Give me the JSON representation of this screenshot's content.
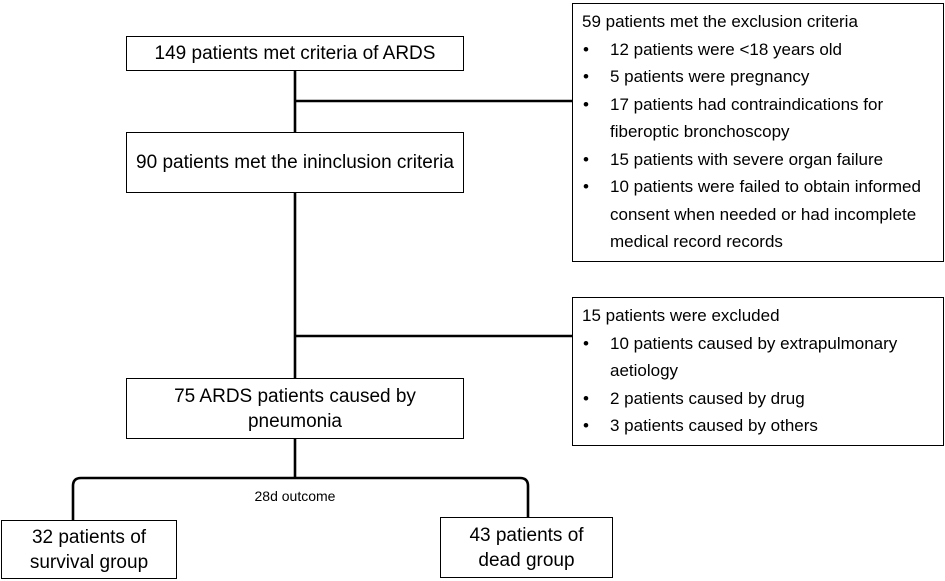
{
  "boxes": {
    "criteria": "149 patients met criteria of ARDS",
    "inclusion": "90 patients met the ininclusion criteria",
    "pneumonia": "75 ARDS patients caused by pneumonia",
    "survival": "32 patients of survival group",
    "dead": "43 patients of dead group"
  },
  "exclusion": {
    "title": "59 patients met the exclusion criteria",
    "items": [
      "12 patients were <18 years old",
      "5 patients were pregnancy",
      "17 patients had contraindications for fiberoptic bronchoscopy",
      "15 patients with severe organ failure",
      "10 patients were failed to obtain informed consent when needed or had incomplete medical record records"
    ]
  },
  "excluded": {
    "title": "15 patients were excluded",
    "items": [
      "10 patients caused by extrapulmonary aetiology",
      "2 patients caused by drug",
      "3 patients caused by others"
    ]
  },
  "outcome_label": "28d outcome"
}
